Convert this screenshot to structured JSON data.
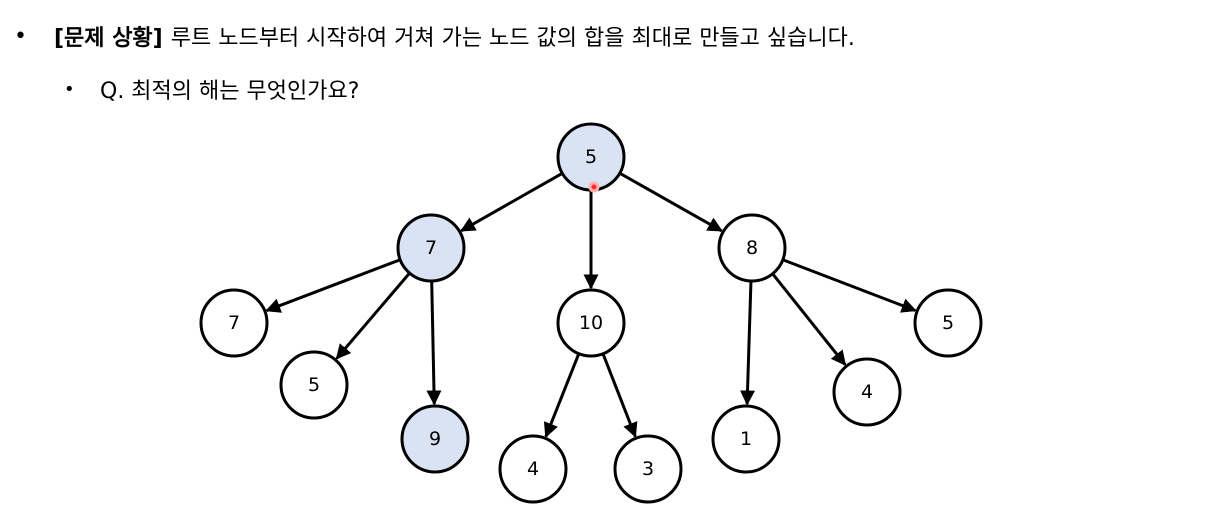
{
  "problem": {
    "bullet": "•",
    "bold_label": "[문제 상황]",
    "text": "루트 노드부터 시작하여 거쳐 가는 노드 값의 합을 최대로 만들고 싶습니다."
  },
  "question": {
    "bullet": "•",
    "text": "Q. 최적의 해는 무엇인가요?"
  },
  "colors": {
    "highlight_fill": "#dae3f3",
    "normal_fill": "#ffffff",
    "stroke": "#000000",
    "cursor": "#ff2a2a"
  },
  "tree": {
    "nodes": [
      {
        "id": "root",
        "value": "5",
        "highlighted": true
      },
      {
        "id": "n7",
        "value": "7",
        "highlighted": true
      },
      {
        "id": "n10",
        "value": "10",
        "highlighted": false
      },
      {
        "id": "n8",
        "value": "8",
        "highlighted": false
      },
      {
        "id": "l7",
        "value": "7",
        "highlighted": false
      },
      {
        "id": "l5a",
        "value": "5",
        "highlighted": false
      },
      {
        "id": "l9",
        "value": "9",
        "highlighted": true
      },
      {
        "id": "l4a",
        "value": "4",
        "highlighted": false
      },
      {
        "id": "l3",
        "value": "3",
        "highlighted": false
      },
      {
        "id": "l1",
        "value": "1",
        "highlighted": false
      },
      {
        "id": "l4b",
        "value": "4",
        "highlighted": false
      },
      {
        "id": "l5b",
        "value": "5",
        "highlighted": false
      }
    ],
    "edges": [
      [
        "root",
        "n7"
      ],
      [
        "root",
        "n10"
      ],
      [
        "root",
        "n8"
      ],
      [
        "n7",
        "l7"
      ],
      [
        "n7",
        "l5a"
      ],
      [
        "n7",
        "l9"
      ],
      [
        "n10",
        "l4a"
      ],
      [
        "n10",
        "l3"
      ],
      [
        "n8",
        "l1"
      ],
      [
        "n8",
        "l4b"
      ],
      [
        "n8",
        "l5b"
      ]
    ]
  }
}
